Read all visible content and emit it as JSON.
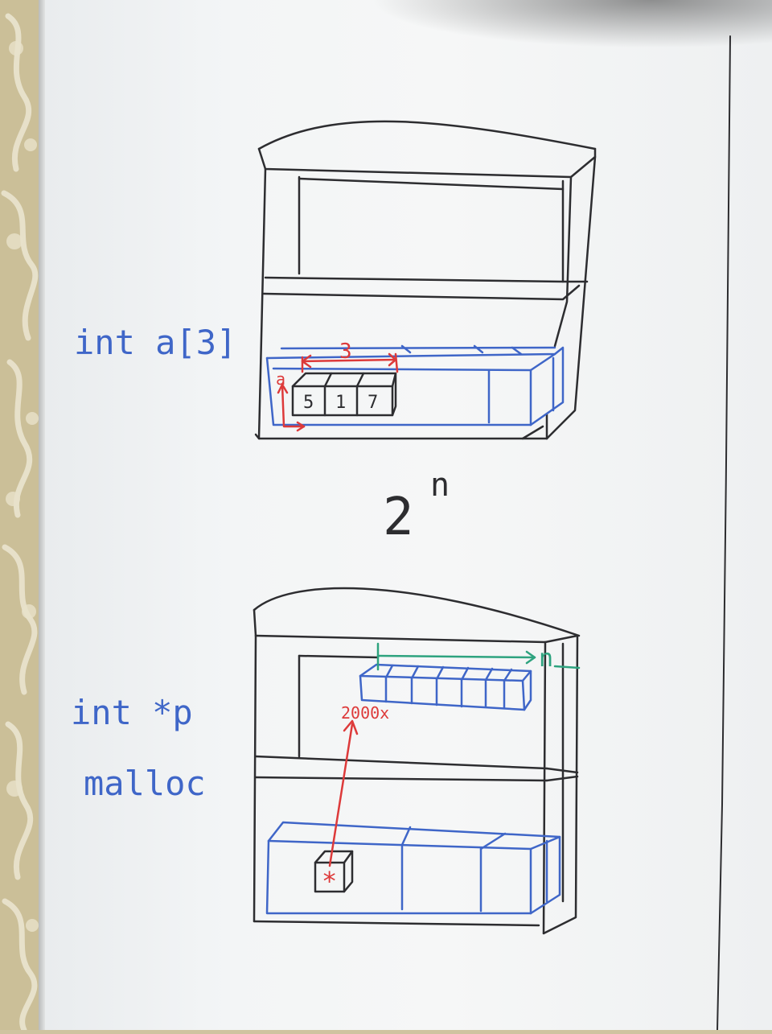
{
  "whiteboard": {
    "label_array": "int a[3]",
    "label_pointer": "int *p",
    "label_malloc": "malloc",
    "array_size_label": "3",
    "array_name_label": "a",
    "array_values": [
      "5",
      "1",
      "7"
    ],
    "exponent_base": "2",
    "exponent_power": "n",
    "address_label": "2000x",
    "length_label": "n",
    "pointer_mark": "*"
  },
  "colors": {
    "black_marker": "#2d2d30",
    "blue_marker": "#3f66c8",
    "red_marker": "#dd3a3a",
    "green_marker": "#2ea37f",
    "board": "#f4f5f6",
    "wallpaper": "#cfc3a0"
  }
}
